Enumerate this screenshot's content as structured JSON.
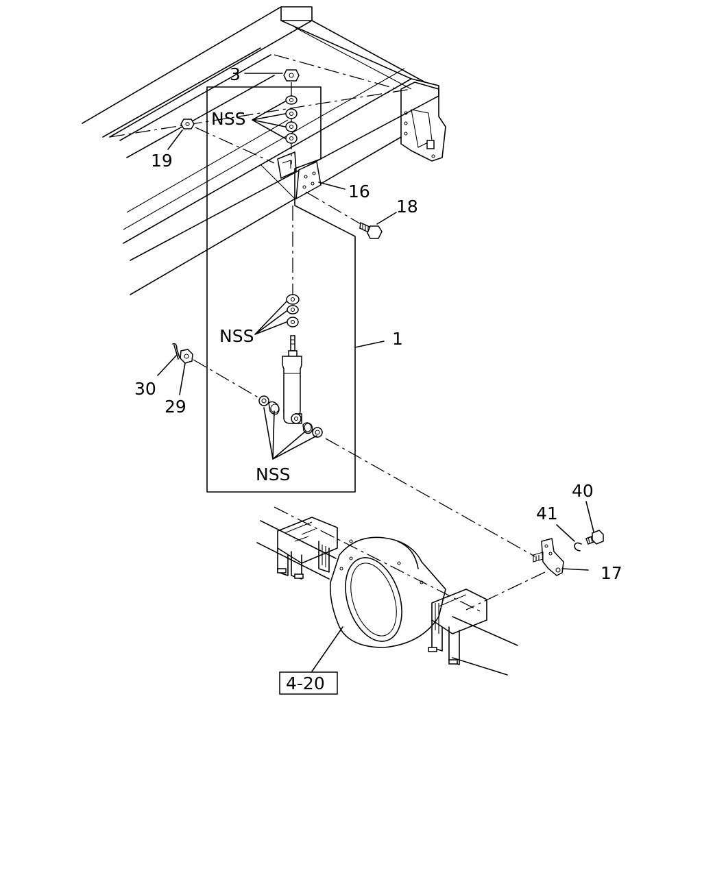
{
  "labels": {
    "n3": "3",
    "n19": "19",
    "n16": "16",
    "n18": "18",
    "n1": "1",
    "n30": "30",
    "n29": "29",
    "n40": "40",
    "n41": "41",
    "n17": "17",
    "nss_top": "NSS",
    "nss_mid": "NSS",
    "nss_bottom": "NSS",
    "ref_box": "4-20"
  }
}
